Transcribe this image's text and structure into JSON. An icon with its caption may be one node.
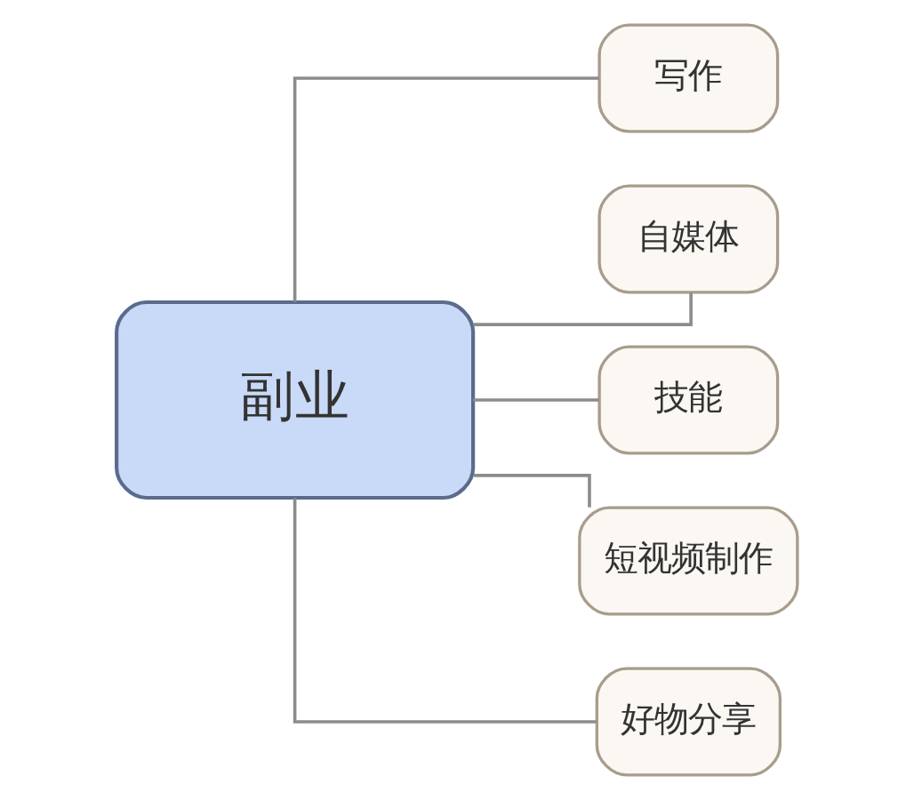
{
  "diagram": {
    "nodes": [
      {
        "text": [
          "副业"
        ]
      },
      {
        "text": [
          "写作"
        ]
      },
      {
        "text": [
          "自媒体"
        ]
      },
      {
        "text": [
          "技能"
        ]
      },
      {
        "text": [
          "短视频制作"
        ]
      },
      {
        "text": [
          "好物分享"
        ]
      }
    ],
    "edges": [
      {
        "from": 0,
        "to": 1,
        "arrow": "none"
      },
      {
        "from": 0,
        "to": 2,
        "arrow": "none"
      },
      {
        "from": 0,
        "to": 3,
        "arrow": "none"
      },
      {
        "from": 0,
        "to": 4,
        "arrow": "none"
      },
      {
        "from": 0,
        "to": 5,
        "arrow": "none"
      }
    ]
  }
}
